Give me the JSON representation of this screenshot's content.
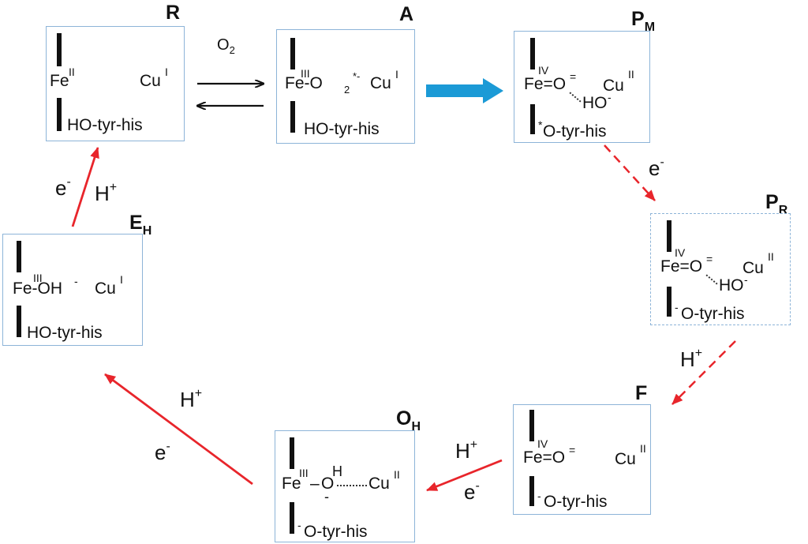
{
  "colors": {
    "box_border": "#8db4d8",
    "red_arrow": "#e8252b",
    "blue_arrow": "#1b9ad6",
    "black_arrow": "#111111"
  },
  "states": {
    "R": {
      "label": "R",
      "fe": "Fe",
      "fe_ox": "II",
      "cu": "Cu",
      "cu_ox": "I",
      "tyr": "HO-tyr-his"
    },
    "A": {
      "label": "A",
      "fe": "Fe-O",
      "fe_ox": "III",
      "o_sub": "2",
      "o_charge": "*-",
      "cu": "Cu",
      "cu_ox": "I",
      "tyr": "HO-tyr-his"
    },
    "PM": {
      "label": "P",
      "label_sub": "M",
      "fe": "Fe=O",
      "fe_ox": "IV",
      "o_charge": "=",
      "cu": "Cu",
      "cu_ox": "II",
      "ho": "HO",
      "ho_charge": "-",
      "tyr_sup": "*",
      "tyr": "O-tyr-his"
    },
    "PR": {
      "label": "P",
      "label_sub": "R",
      "fe": "Fe=O",
      "fe_ox": "IV",
      "o_charge": "=",
      "cu": "Cu",
      "cu_ox": "II",
      "ho": "HO",
      "ho_charge": "-",
      "tyr_sup": "-",
      "tyr": "O-tyr-his"
    },
    "F": {
      "label": "F",
      "fe": "Fe=O",
      "fe_ox": "IV",
      "o_charge": "=",
      "cu": "Cu",
      "cu_ox": "II",
      "tyr_sup": "-",
      "tyr": "O-tyr-his"
    },
    "OH": {
      "label": "O",
      "label_sub": "H",
      "fe": "Fe",
      "fe_ox": "III",
      "o": "O",
      "h": "H",
      "o_charge": "-",
      "cu": "Cu",
      "cu_ox": "II",
      "tyr_sup": "-",
      "tyr": "O-tyr-his"
    },
    "EH": {
      "label": "E",
      "label_sub": "H",
      "fe": "Fe-OH",
      "fe_ox": "III",
      "oh_charge": "-",
      "cu": "Cu",
      "cu_ox": "I",
      "tyr": "HO-tyr-his"
    }
  },
  "arrows": {
    "o2": {
      "main": "O",
      "sub": "2"
    },
    "pm_pr": {
      "main": "e",
      "sup": "-"
    },
    "pr_f": {
      "main": "H",
      "sup": "+"
    },
    "f_oh_h": {
      "main": "H",
      "sup": "+"
    },
    "f_oh_e": {
      "main": "e",
      "sup": "-"
    },
    "oh_eh_h": {
      "main": "H",
      "sup": "+"
    },
    "oh_eh_e": {
      "main": "e",
      "sup": "-"
    },
    "eh_r_e": {
      "main": "e",
      "sup": "-"
    },
    "eh_r_h": {
      "main": "H",
      "sup": "+"
    }
  }
}
